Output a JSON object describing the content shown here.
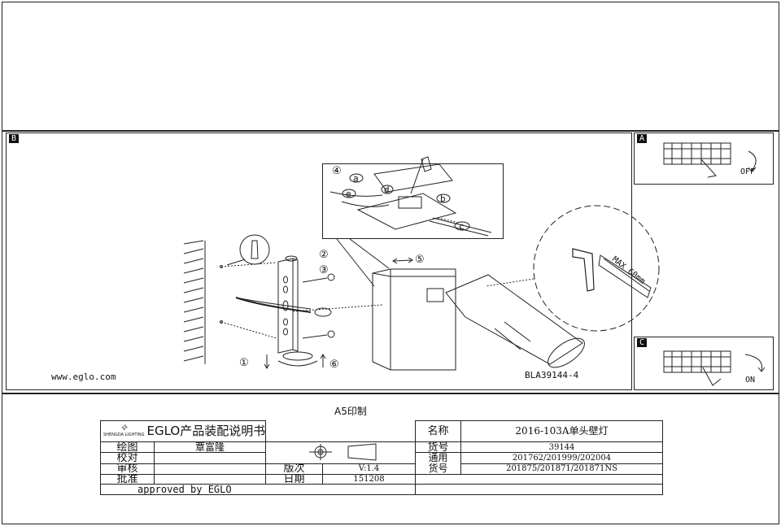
{
  "panel_labels": {
    "main": "B",
    "top_right": "A",
    "bottom_right": "C"
  },
  "step_numbers": [
    "④",
    "②",
    "③",
    "⑤",
    "①",
    "⑥"
  ],
  "letter_callouts": [
    "a",
    "b",
    "c",
    "d",
    "e"
  ],
  "max_label": "MAX 60mm",
  "switch_off": "OFF",
  "switch_on": "ON",
  "website": "www.eglo.com",
  "model_code": "BLA39144-4",
  "print_size": "A5印制",
  "title_block": {
    "logo_text": "SHENGDA LIGHTING",
    "brand_title": "EGLO产品装配说明书",
    "name_label": "名称",
    "name_value": "2016-103A单头壁灯",
    "drawn_label": "绘图",
    "drawn_value": "覃富隆",
    "check_label": "校对",
    "audit_label": "审核",
    "approve_label": "批准",
    "cargo_label": "货号",
    "cargo_value": "39144",
    "general_label": "通用",
    "general_cargo_label": "货号",
    "general_values_1": "201762/201999/202004",
    "general_values_2": "201875/201871/201871NS",
    "version_label": "版次",
    "version_value": "V:1.4",
    "date_label": "日期",
    "date_value": "151208",
    "approved_text": "approved by EGLO"
  }
}
